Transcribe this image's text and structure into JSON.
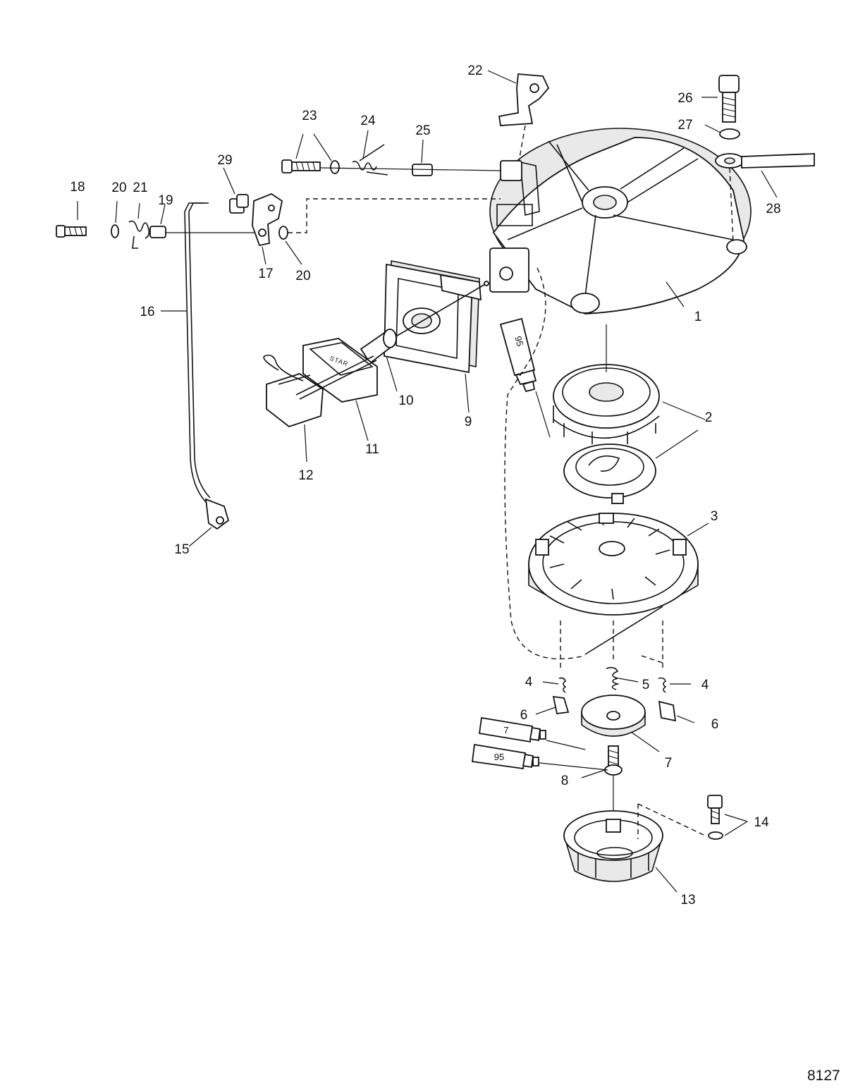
{
  "callouts": {
    "c1": "1",
    "c2": "2",
    "c3": "3",
    "c4a": "4",
    "c4b": "4",
    "c5": "5",
    "c6a": "6",
    "c6b": "6",
    "c7": "7",
    "c8": "8",
    "c9": "9",
    "c10": "10",
    "c11": "11",
    "c12": "12",
    "c13": "13",
    "c14": "14",
    "c15": "15",
    "c16": "16",
    "c17": "17",
    "c18": "18",
    "c19": "19",
    "c20a": "20",
    "c20b": "20",
    "c21": "21",
    "c22": "22",
    "c23": "23",
    "c24": "24",
    "c25": "25",
    "c26": "26",
    "c27": "27",
    "c28": "28",
    "c29": "29"
  },
  "tubes": {
    "upper_tube": "95",
    "lower_tube_a": "7",
    "lower_tube_b": "95"
  },
  "handle_stamp": "STAR",
  "figure_number": "8127"
}
